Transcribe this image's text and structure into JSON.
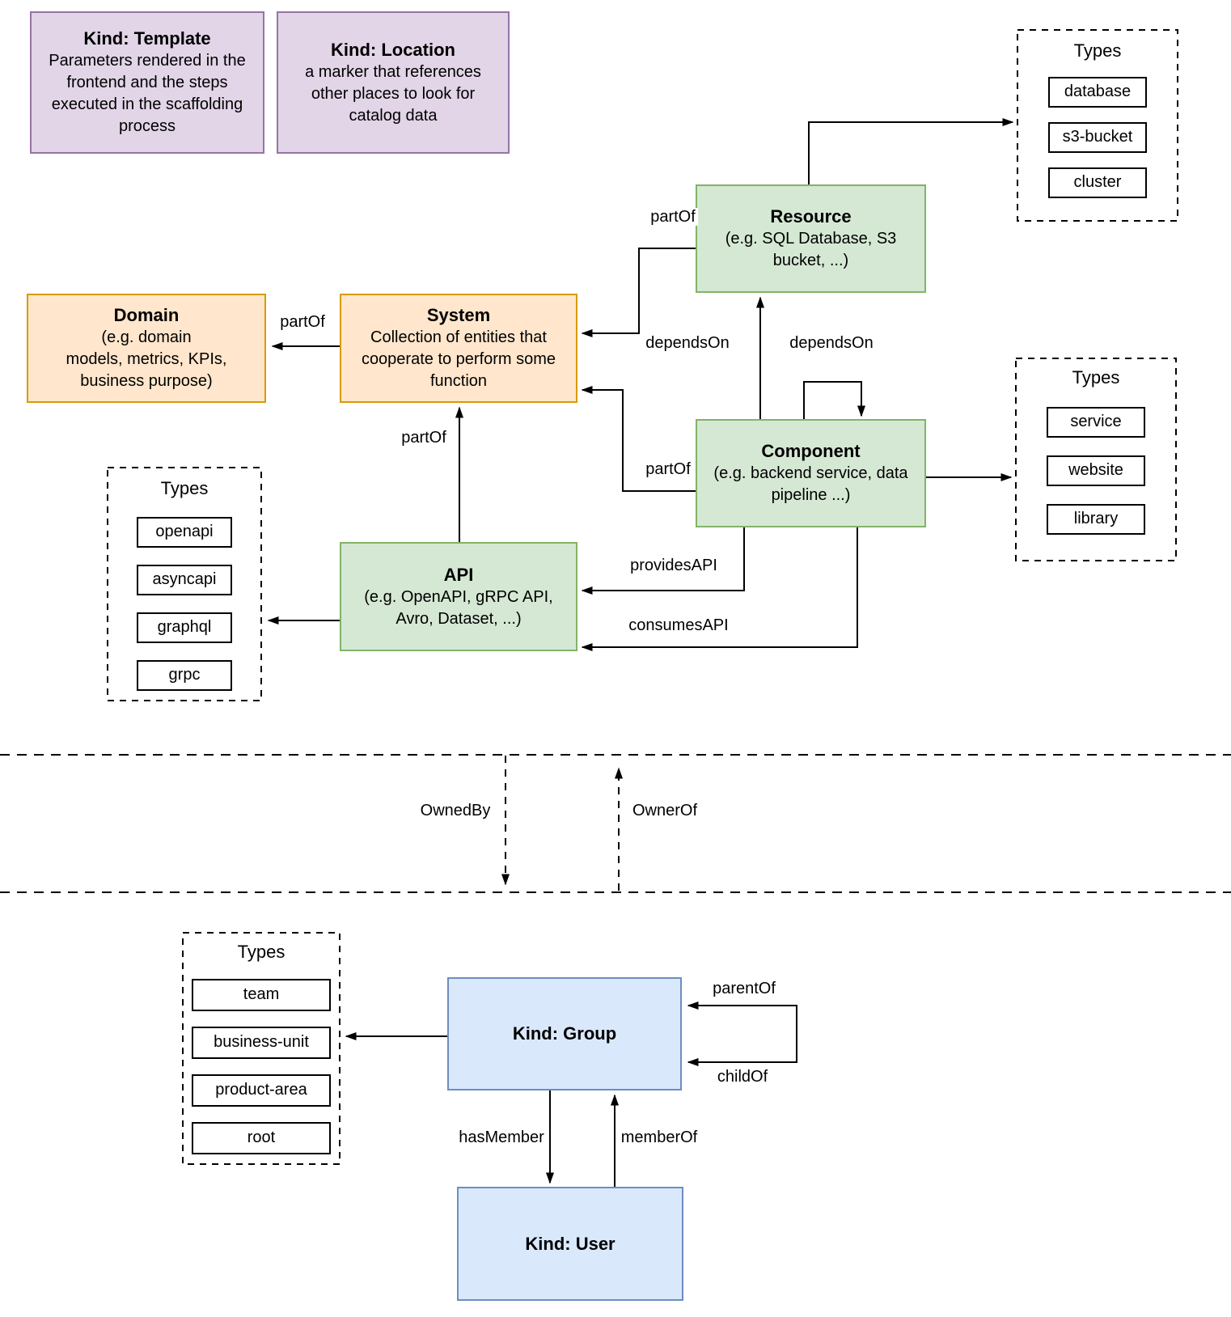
{
  "diagram": {
    "kind_boxes": {
      "template": {
        "title": "Kind: Template",
        "body": "Parameters rendered in the\nfrontend and the steps\nexecuted in  the scaffolding\nprocess"
      },
      "location": {
        "title": "Kind: Location",
        "body": "a marker that references\nother places to look for\ncatalog data"
      },
      "resource": {
        "title": "Resource",
        "body": "(e.g. SQL Database, S3\nbucket, ...)"
      },
      "domain": {
        "title": "Domain",
        "body": "(e.g.  domain\nmodels, metrics, KPIs,\nbusiness purpose)"
      },
      "system": {
        "title": "System",
        "body": "Collection of entities that\ncooperate to perform some\nfunction"
      },
      "component": {
        "title": "Component",
        "body": "(e.g. backend service, data\npipeline ...)"
      },
      "api": {
        "title": "API",
        "body": "(e.g. OpenAPI, gRPC API,\nAvro, Dataset, ...)"
      },
      "group": {
        "title": "Kind: Group"
      },
      "user": {
        "title": "Kind: User"
      }
    },
    "type_panels": {
      "resource_types": {
        "title": "Types",
        "items": [
          "database",
          "s3-bucket",
          "cluster"
        ]
      },
      "component_types": {
        "title": "Types",
        "items": [
          "service",
          "website",
          "library"
        ]
      },
      "api_types": {
        "title": "Types",
        "items": [
          "openapi",
          "asyncapi",
          "graphql",
          "grpc"
        ]
      },
      "group_types": {
        "title": "Types",
        "items": [
          "team",
          "business-unit",
          "product-area",
          "root"
        ]
      }
    },
    "edge_labels": {
      "resource_partof": "partOf",
      "system_partof": "partOf",
      "component_partof": "partOf",
      "api_partof": "partOf",
      "dependson_resource": "dependsOn",
      "dependson_component": "dependsOn",
      "provides_api": "providesAPI",
      "consumes_api": "consumesAPI",
      "owned_by": "OwnedBy",
      "owner_of": "OwnerOf",
      "parent_of": "parentOf",
      "child_of": "childOf",
      "has_member": "hasMember",
      "member_of": "memberOf"
    },
    "colors": {
      "purple_fill": "#E1D5E7",
      "purple_stroke": "#9673A6",
      "green_fill": "#D5E8D4",
      "green_stroke": "#82B366",
      "orange_fill": "#FFE6CC",
      "orange_stroke": "#D79B00",
      "blue_fill": "#DAE8FC",
      "blue_stroke": "#6C8EBF",
      "line": "#000000"
    }
  }
}
